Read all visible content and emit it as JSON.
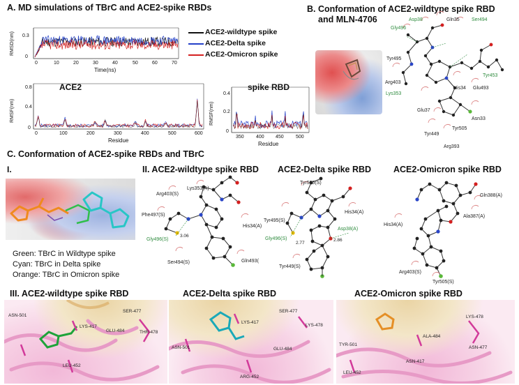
{
  "panelA": {
    "title": "A. MD simulations of TBrC and ACE2-spike RBDs",
    "legend": [
      {
        "label": "ACE2-wildtype spike",
        "color": "#111111"
      },
      {
        "label": "ACE2-Delta spike",
        "color": "#2340c8"
      },
      {
        "label": "ACE2-Omicron spike",
        "color": "#d42020"
      }
    ],
    "rmsd": {
      "ylabel": "RMSD(nm)",
      "xlabel": "Time(ns)",
      "yticks": [
        "0",
        "0.3"
      ],
      "xticks": [
        "0",
        "10",
        "20",
        "30",
        "40",
        "50",
        "60",
        "70"
      ]
    },
    "ace2": {
      "title": "ACE2",
      "ylabel": "RMSF(nm)",
      "xlabel": "Residue",
      "yticks": [
        "0.8",
        "0.4",
        "0"
      ],
      "xticks": [
        "0",
        "100",
        "200",
        "300",
        "400",
        "500",
        "600"
      ]
    },
    "rbd": {
      "title": "spike RBD",
      "ylabel": "RMSF(nm)",
      "xlabel": "Residue",
      "yticks": [
        "0.4",
        "0.2",
        "0"
      ],
      "xticks": [
        "350",
        "400",
        "450",
        "500"
      ]
    }
  },
  "panelB": {
    "title_line1": "B. Conformation of ACE2-wildtype spike RBD",
    "title_line2": "and MLN-4706",
    "residues": [
      "Asp38",
      "Gly496",
      "Gln35",
      "Ser494",
      "Tyr495",
      "Tyr453",
      "Arg403",
      "Lys353",
      "His34",
      "Glu493",
      "Glu37",
      "Asn33",
      "Tyr505",
      "Tyr449",
      "Arg393"
    ]
  },
  "panelC": {
    "title": "C. Conformation of ACE2-spike RBDs and TBrC",
    "partI": "I.",
    "captions": [
      "Green: TBrC in Wildtype spike",
      "Cyan: TBrC in Delta spike",
      "Orange: TBrC in Omicron spike"
    ],
    "partII": {
      "wildtype_title": "II. ACE2-wildtype spike RBD",
      "delta_title": "ACE2-Delta spike RBD",
      "omicron_title": "ACE2-Omicron spike RBD",
      "wildtype_residues": [
        "Arg403(S)",
        "Lys353(A)",
        "Phe497(S)",
        "His34(A)",
        "Gly496(S)",
        "Ser494(S)",
        "Gln493("
      ],
      "delta_residues": [
        "Tyr505(S)",
        "His34(A)",
        "Tyr495(S)",
        "Asp38(A)",
        "Gly496(S)",
        "Tyr449(S)"
      ],
      "omicron_residues": [
        "Gln388(A)",
        "Ala387(A)",
        "His34(A)",
        "Arg403(S)",
        "Tyr505(S)"
      ],
      "distances": [
        "3.06",
        "2.77",
        "2.86"
      ]
    },
    "partIII": {
      "wildtype_title": "III. ACE2-wildtype spike RBD",
      "delta_title": "ACE2-Delta spike RBD",
      "omicron_title": "ACE2-Omicron spike RBD",
      "wildtype_labels": [
        "ASN-501",
        "LYS-417",
        "SER-477",
        "GLU-484",
        "THR-478",
        "LEU-452"
      ],
      "delta_labels": [
        "LYS-417",
        "SER-477",
        "LYS-478",
        "ASN-501",
        "GLU-484",
        "ARG-452"
      ],
      "omicron_labels": [
        "LYS-478",
        "TYR-501",
        "ALA-484",
        "ASN-477",
        "LEU-452",
        "ASN-417"
      ]
    }
  }
}
